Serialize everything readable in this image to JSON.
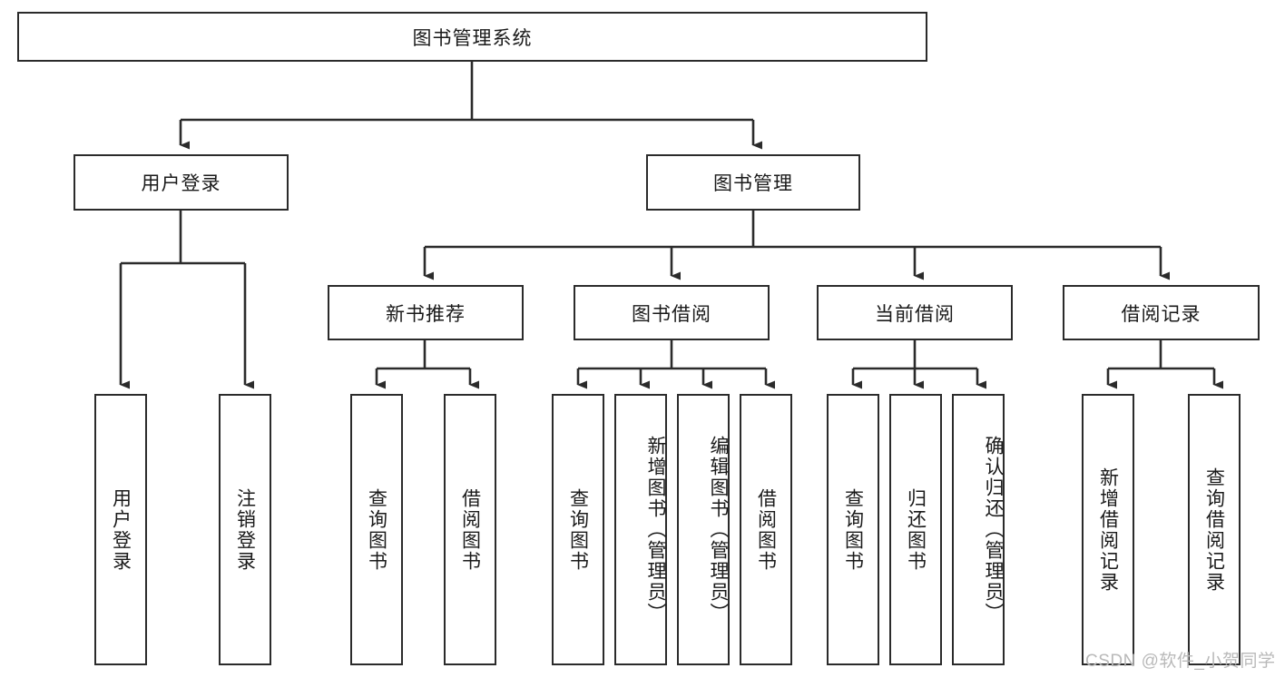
{
  "diagram": {
    "type": "tree-hierarchy-chart",
    "title": "图书管理系统",
    "orientation": "top-down",
    "colors": {
      "box_border": "#2b2b2b",
      "box_fill": "#ffffff",
      "connector": "#2b2b2b",
      "text": "#1a1a1a",
      "watermark": "#b9b9b9"
    },
    "levels": {
      "root": {
        "label": "图书管理系统"
      },
      "level2": [
        {
          "label": "用户登录"
        },
        {
          "label": "图书管理"
        }
      ],
      "level3": [
        {
          "label": "新书推荐"
        },
        {
          "label": "图书借阅"
        },
        {
          "label": "当前借阅"
        },
        {
          "label": "借阅记录"
        }
      ],
      "leaves": {
        "user_login": [
          {
            "label": "用户登录"
          },
          {
            "label": "注销登录"
          }
        ],
        "new_book_recommend": [
          {
            "label": "查询图书"
          },
          {
            "label": "借阅图书"
          }
        ],
        "book_borrow": [
          {
            "label": "查询图书"
          },
          {
            "label": "新增图书（管理员）"
          },
          {
            "label": "编辑图书（管理员）"
          },
          {
            "label": "借阅图书"
          }
        ],
        "current_borrow": [
          {
            "label": "查询图书"
          },
          {
            "label": "归还图书"
          },
          {
            "label": "确认归还（管理员）"
          }
        ],
        "borrow_record": [
          {
            "label": "新增借阅记录"
          },
          {
            "label": "查询借阅记录"
          }
        ]
      }
    }
  },
  "watermark": {
    "text": "CSDN @软件_小贺同学"
  }
}
